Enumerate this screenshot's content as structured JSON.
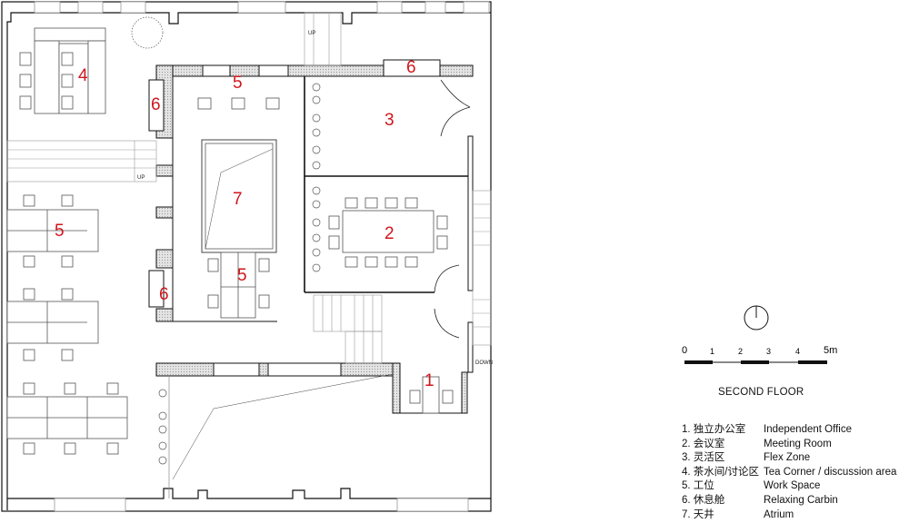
{
  "plan": {
    "room_labels": [
      "1",
      "2",
      "3",
      "4",
      "5",
      "6",
      "7"
    ],
    "stair_up_label": "UP",
    "stair_down_label": "DOWN"
  },
  "scale_bar": {
    "ticks": [
      "0",
      "1",
      "2",
      "3",
      "4",
      "5m"
    ]
  },
  "title": "SECOND FLOOR",
  "legend": [
    {
      "cn": "1. 独立办公室",
      "en": "Independent Office"
    },
    {
      "cn": "2. 会议室",
      "en": "Meeting Room"
    },
    {
      "cn": "3. 灵活区",
      "en": "Flex Zone"
    },
    {
      "cn": "4. 茶水间/讨论区",
      "en": "Tea Corner / discussion area"
    },
    {
      "cn": "5. 工位",
      "en": "Work Space"
    },
    {
      "cn": "6. 休息舱",
      "en": "Relaxing Carbin"
    },
    {
      "cn": "7. 天井",
      "en": "Atrium"
    }
  ],
  "colors": {
    "room_number": "#d0161b",
    "wall": "#111111",
    "hatch": "#bbbbbb"
  }
}
